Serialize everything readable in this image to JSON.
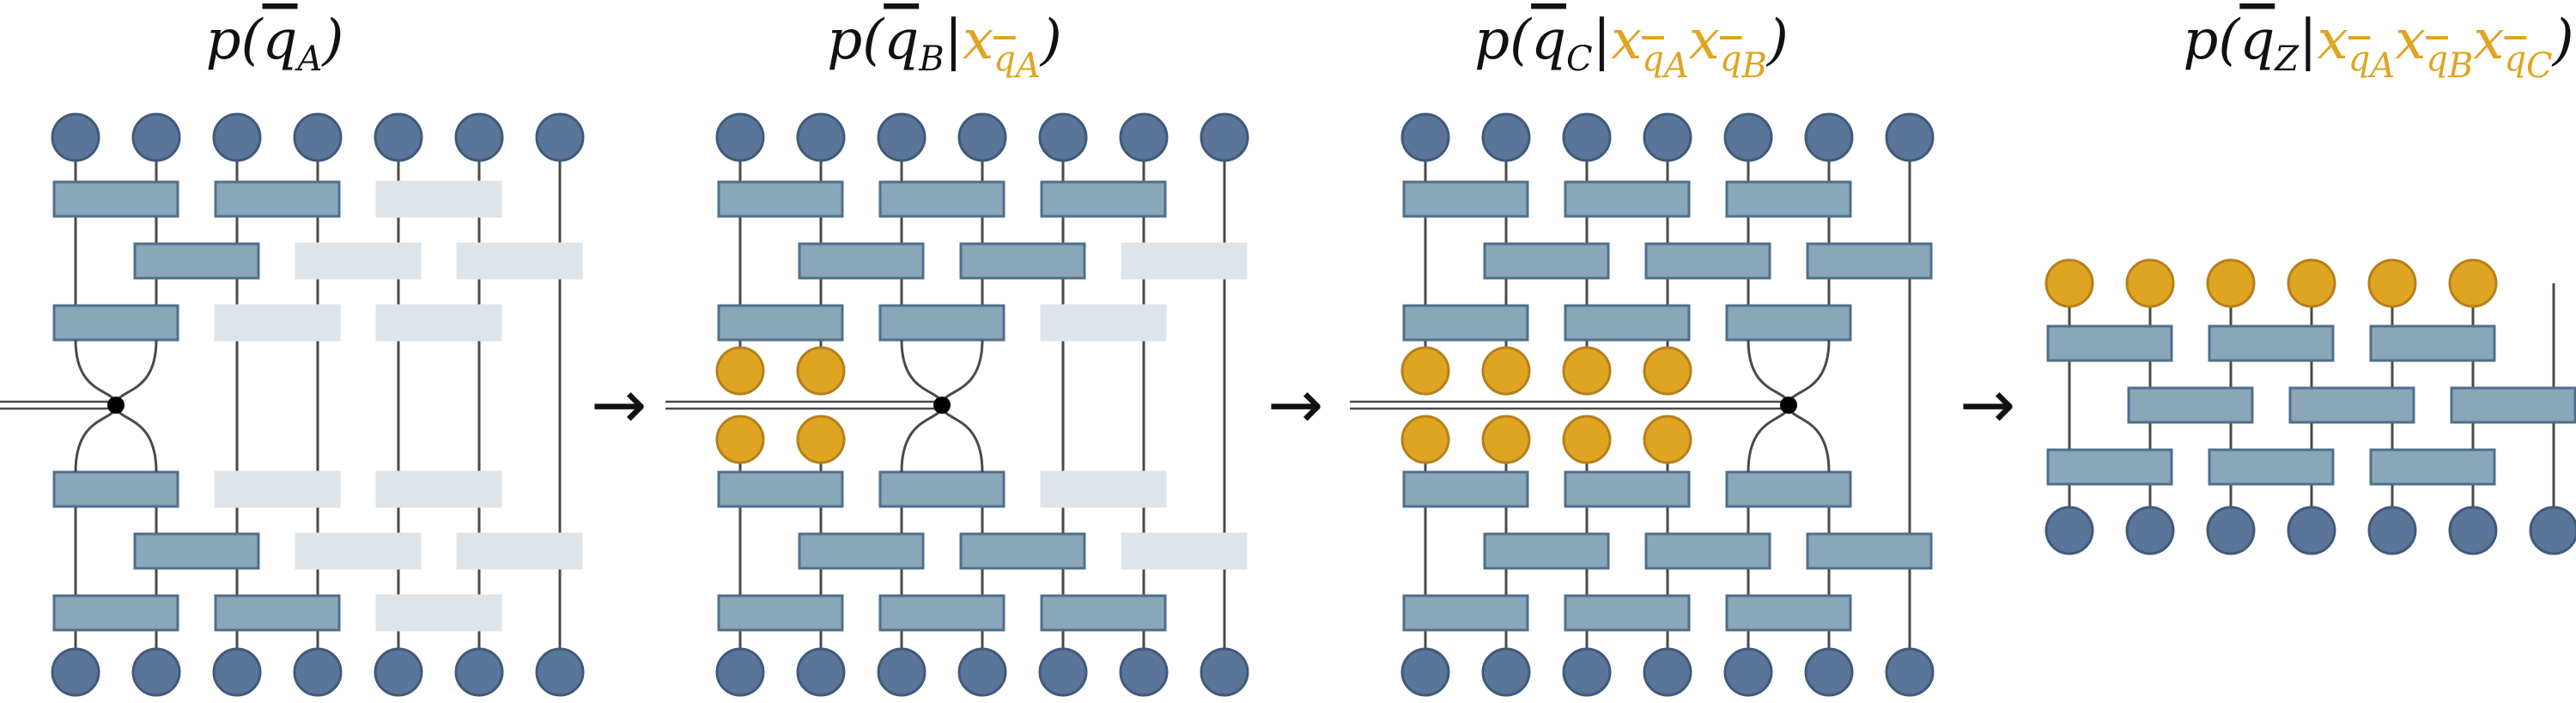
{
  "colors": {
    "qubit_fill": "#5a7598",
    "qubit_stroke": "#3f5a7c",
    "measured_fill": "#e0a423",
    "measured_stroke": "#b5801a",
    "gate_fill": "#89a7b8",
    "gate_stroke": "#4f6f8c",
    "faded_gate_fill": "#dde4ea",
    "wire": "#4a4a4a",
    "cond_text": "#e0a423",
    "vertex": "#000000"
  },
  "panels": [
    {
      "title_prefix": "p(",
      "title_q": "q",
      "title_q_sub": "A",
      "title_sep": "",
      "cond": [],
      "title_suffix": ")"
    },
    {
      "title_prefix": "p(",
      "title_q": "q",
      "title_q_sub": "B",
      "title_sep": "|",
      "cond": [
        {
          "x": "x",
          "sub": "q",
          "sub_sub": "A"
        }
      ],
      "title_suffix": ")"
    },
    {
      "title_prefix": "p(",
      "title_q": "q",
      "title_q_sub": "C",
      "title_sep": "|",
      "cond": [
        {
          "x": "x",
          "sub": "q",
          "sub_sub": "A"
        },
        {
          "x": "x",
          "sub": "q",
          "sub_sub": "B"
        }
      ],
      "title_suffix": ")"
    },
    {
      "title_prefix": "p(",
      "title_q": "q",
      "title_q_sub": "Z",
      "title_sep": "|",
      "cond": [
        {
          "x": "x",
          "sub": "q",
          "sub_sub": "A"
        },
        {
          "x": "x",
          "sub": "q",
          "sub_sub": "B"
        },
        {
          "x": "x",
          "sub": "q",
          "sub_sub": "C"
        }
      ],
      "title_suffix": ")"
    }
  ],
  "arrow_glyph": "→"
}
